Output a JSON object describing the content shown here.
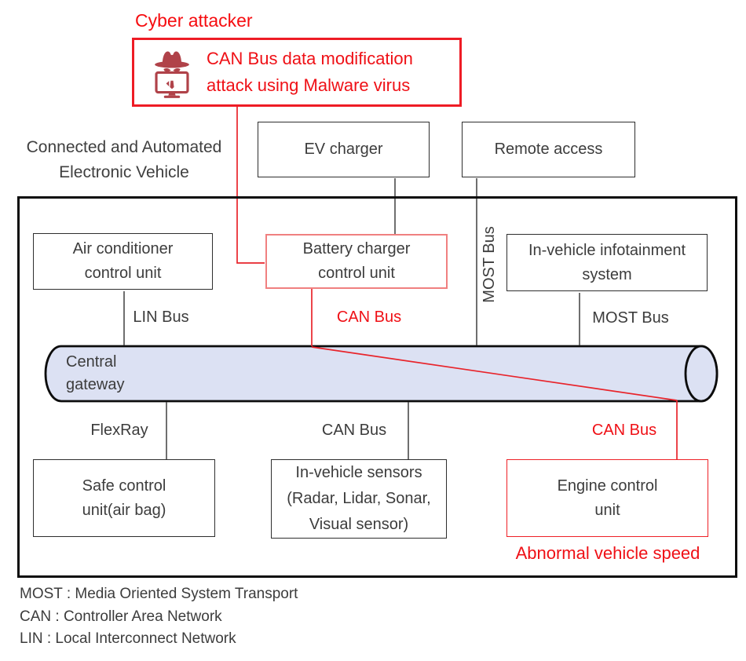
{
  "title": {
    "attacker_label": "Cyber attacker"
  },
  "attack_box": {
    "line1": "CAN Bus data modification",
    "line2": "attack using Malware virus",
    "icon": "hacker-icon"
  },
  "vehicle_label": {
    "line1": "Connected and Automated",
    "line2": "Electronic Vehicle"
  },
  "external_boxes": {
    "ev_charger": "EV charger",
    "remote_access": "Remote access"
  },
  "ecu_boxes": {
    "air_conditioner": {
      "line1": "Air conditioner",
      "line2": "control unit"
    },
    "battery_charger": {
      "line1": "Battery charger",
      "line2": "control unit"
    },
    "infotainment": {
      "line1": "In-vehicle infotainment",
      "line2": "system"
    },
    "safe_control": {
      "line1": "Safe control",
      "line2": "unit(air bag)"
    },
    "sensors": {
      "line1": "In-vehicle sensors",
      "line2": "(Radar, Lidar, Sonar,",
      "line3": "Visual sensor)"
    },
    "engine": {
      "line1": "Engine control",
      "line2": "unit"
    }
  },
  "gateway": {
    "line1": "Central",
    "line2": "gateway"
  },
  "bus_labels": {
    "lin": "LIN Bus",
    "can_attacked_top": "CAN Bus",
    "most_vertical": "MOST Bus",
    "most_bottom": "MOST Bus",
    "flexray": "FlexRay",
    "can_sensors": "CAN Bus",
    "can_attacked_bottom": "CAN Bus"
  },
  "alert_label": "Abnormal vehicle speed",
  "legend": {
    "line1": "MOST : Media Oriented System Transport",
    "line2": "CAN : Controller Area Network",
    "line3": "LIN : Local Interconnect Network"
  },
  "colors": {
    "attack_red": "#ee1c25",
    "red_text": "#ef1016",
    "icon_red": "#b04249",
    "battery_border_red": "#f08080",
    "cylinder_fill": "#dce1f3",
    "body_text": "#3c3c3c"
  }
}
